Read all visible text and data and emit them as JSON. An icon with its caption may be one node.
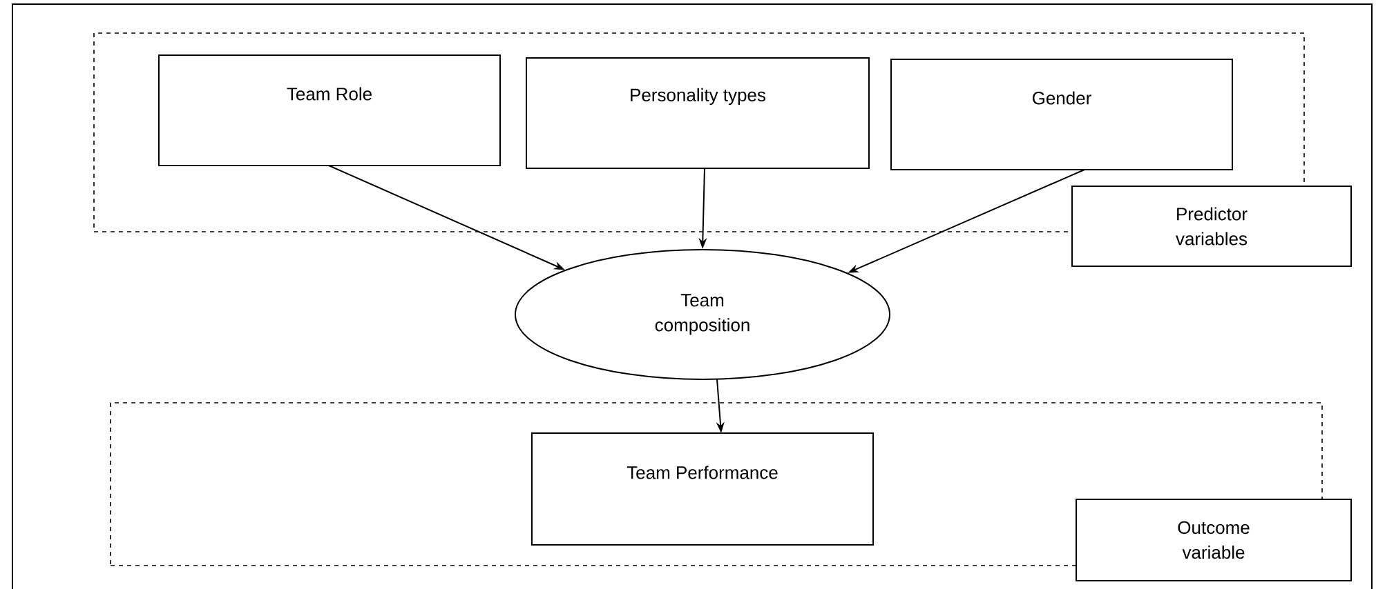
{
  "diagram": {
    "nodes": [
      {
        "text": [],
        "shape": "box"
      },
      {
        "text": [
          "Team Role"
        ],
        "in": 0
      },
      {
        "text": [
          "Personality types"
        ],
        "in": 0
      },
      {
        "text": [
          "Gender"
        ],
        "in": 0
      },
      {
        "text": [
          "Predictor variables"
        ]
      },
      {
        "text": [
          "Team composition"
        ]
      },
      {
        "text": [],
        "shape": "box"
      },
      {
        "text": [
          "Team Performance"
        ],
        "in": 6
      },
      {
        "text": [
          "Outcome variable"
        ]
      }
    ],
    "edges": [
      {
        "from": 1,
        "to": 5,
        "arrow": "to"
      },
      {
        "from": 2,
        "to": 5,
        "arrow": "to"
      },
      {
        "from": 3,
        "to": 5,
        "arrow": "to"
      },
      {
        "from": 5,
        "to": 7,
        "arrow": "to"
      }
    ]
  }
}
